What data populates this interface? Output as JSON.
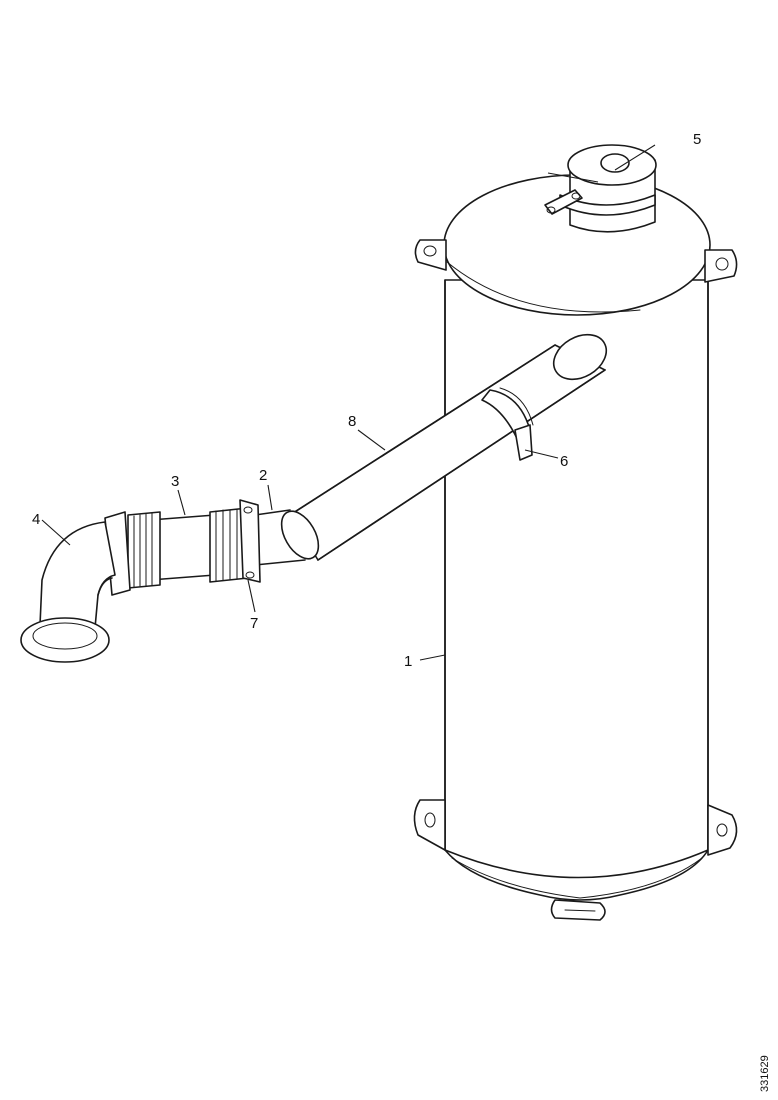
{
  "callouts": {
    "c1": "1",
    "c2": "2",
    "c3": "3",
    "c4": "4",
    "c5": "5",
    "c6": "6",
    "c7": "7",
    "c8": "8"
  },
  "reference_number": "331629"
}
